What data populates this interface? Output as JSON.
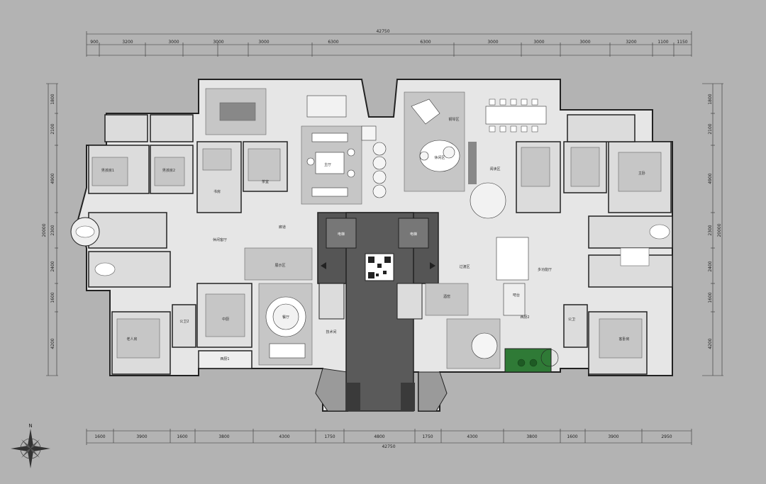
{
  "dimensions": {
    "top_total": "42750",
    "top_segments": [
      "900",
      "3200",
      "3000",
      "3000",
      "3000",
      "6300",
      "6300",
      "3000",
      "3000",
      "3000",
      "3200",
      "1100",
      "1150"
    ],
    "bottom_total": "42750",
    "bottom_segments": [
      "1600",
      "3900",
      "1600",
      "3800",
      "4300",
      "1750",
      "4800",
      "1750",
      "4300",
      "3800",
      "1600",
      "3900",
      "2950"
    ],
    "left_total": "20000",
    "left_segments": [
      "1800",
      "2100",
      "4900",
      "2300",
      "2400",
      "1600",
      "4200"
    ],
    "right_total": "20000",
    "right_segments": [
      "1800",
      "2100",
      "4900",
      "2300",
      "2400",
      "1600",
      "4200"
    ]
  },
  "rooms": {
    "bedroom1": "男孩房1",
    "bedroom2": "男孩房2",
    "study_left": "书房",
    "tea_room": "茶室",
    "living": "主厅",
    "piano": "钢琴区",
    "lounge": "休闲区",
    "reading": "阅读区",
    "master": "主卧",
    "corridor": "廊道",
    "leisure": "休闲客厅",
    "transition": "过渡区",
    "multi": "多功能厅",
    "chinese_kitchen": "中厨",
    "dining": "餐厅",
    "western_kitchen": "西厨2",
    "elderly": "老人房",
    "guest": "客卧房",
    "bath1": "公卫",
    "bath2": "公卫2",
    "elevator1": "电梯",
    "elevator2": "电梯",
    "display": "展示区",
    "wine": "酒窖",
    "kitchen1": "西厨1",
    "tech": "技术间",
    "bar": "吧台"
  },
  "compass": {
    "north": "N"
  }
}
